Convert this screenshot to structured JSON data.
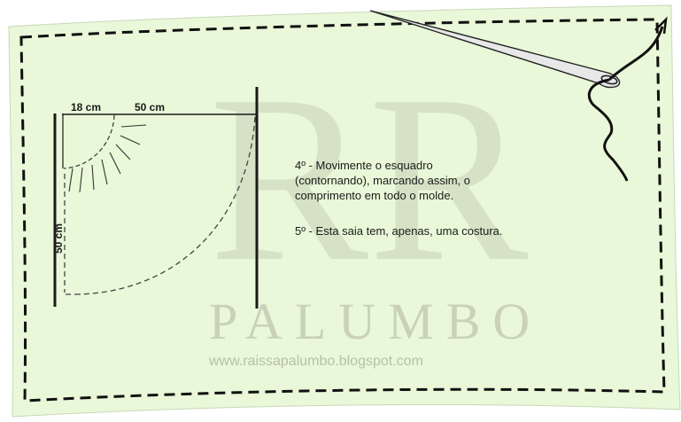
{
  "colors": {
    "fabric": "#e8f8d8",
    "stitch": "#111111",
    "pattern_line": "#1a1a1a",
    "dashed_guide": "#444444",
    "watermark": "#c9d1b8"
  },
  "dimensions": {
    "waist_radius": "18 cm",
    "length_top": "50 cm",
    "length_side": "50 cm"
  },
  "instructions": {
    "step4_line1": "4º - Movimente o esquadro",
    "step4_line2": "(contornando), marcando assim, o",
    "step4_line3": "comprimento em todo o molde.",
    "step5": "5º - Esta saia tem, apenas, uma costura."
  },
  "watermark": {
    "monogram": "RR",
    "brand": "PALUMBO",
    "url": "www.raissapalumbo.blogspot.com"
  },
  "icons": {
    "needle": "sewing-needle-icon",
    "thread": "thread-icon"
  }
}
